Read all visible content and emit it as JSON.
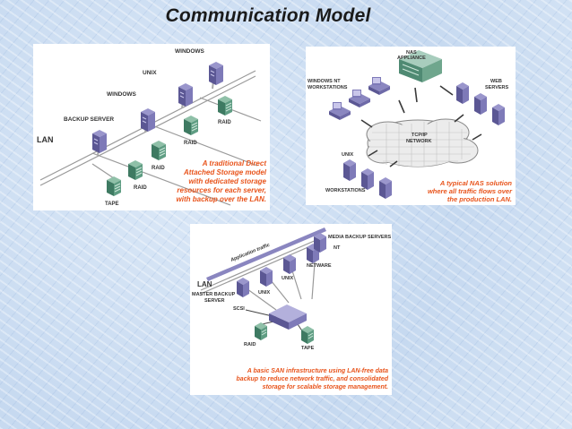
{
  "slide": {
    "title": "Communication Model"
  },
  "das": {
    "labels": {
      "windows_top": "WINDOWS",
      "unix": "UNIX",
      "windows_mid": "WINDOWS",
      "backup_server": "BACKUP SERVER",
      "lan": "LAN",
      "raid1": "RAID",
      "raid2": "RAID",
      "raid3": "RAID",
      "raid4": "RAID",
      "tape": "TAPE"
    },
    "caption": [
      "A traditional Direct",
      "Attached Storage model",
      "with dedicated storage",
      "resources for each server,",
      "with backup over the LAN."
    ]
  },
  "nas": {
    "labels": {
      "nas_appliance_1": "NAS",
      "nas_appliance_2": "APPLIANCE",
      "win_nt_1": "WINDOWS NT",
      "win_nt_2": "WORKSTATIONS",
      "web_1": "WEB",
      "web_2": "SERVERS",
      "tcpip_1": "TCP/IP",
      "tcpip_2": "NETWORK",
      "unix_ws_1": "UNIX",
      "unix_ws_2": "WORKSTATIONS"
    },
    "caption": [
      "A typical NAS solution",
      "where all traffic flows over",
      "the production LAN."
    ]
  },
  "san": {
    "labels": {
      "app_traffic": "Application traffic",
      "media_backup": "MEDIA BACKUP SERVERS",
      "nt": "NT",
      "netware": "NETWARE",
      "unix": "UNIX",
      "unix2": "UNIX",
      "lan": "LAN",
      "master_1": "MASTER BACKUP",
      "master_2": "SERVER",
      "scsi": "SCSI",
      "raid": "RAID",
      "tape": "TAPE"
    },
    "caption": [
      "A basic SAN infrastructure using LAN-free data",
      "backup to reduce network traffic, and consolidated",
      "storage for scalable storage management."
    ]
  },
  "colors": {
    "server": "#6e6aa8",
    "storage": "#4f8a73",
    "caption": "#e8541c",
    "cloud": "#eeeeee"
  }
}
